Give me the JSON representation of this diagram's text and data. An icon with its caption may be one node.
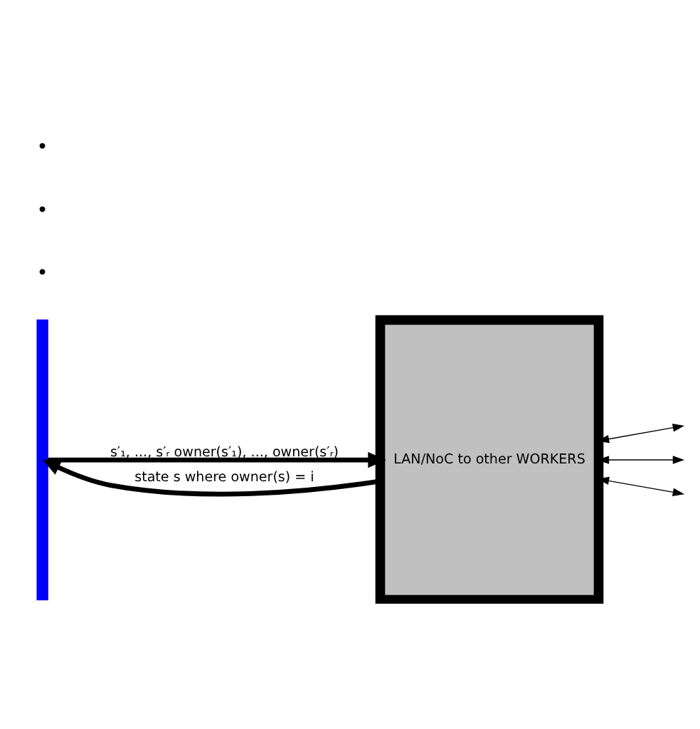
{
  "diagram": {
    "nodes": [
      {
        "text": [],
        "shape": "bar"
      },
      {
        "text": [
          "LAN/NoC to other WORKERS"
        ]
      }
    ],
    "edges": [
      {
        "from": 1,
        "to": 0,
        "arrow": "to",
        "label": "state s where owner(s) = i",
        "style": "thick"
      },
      {
        "from": 0,
        "to": 1,
        "arrow": "to",
        "label": "s′₁, ..., s′ᵣ owner(s′₁), ..., owner(s′ᵣ)",
        "style": "thick"
      },
      {
        "from": 1,
        "to": null,
        "arrow": "both"
      },
      {
        "from": 1,
        "to": null,
        "arrow": "both"
      },
      {
        "from": 1,
        "to": null,
        "arrow": "both"
      }
    ],
    "labels": [
      "•",
      "•",
      "•"
    ]
  }
}
